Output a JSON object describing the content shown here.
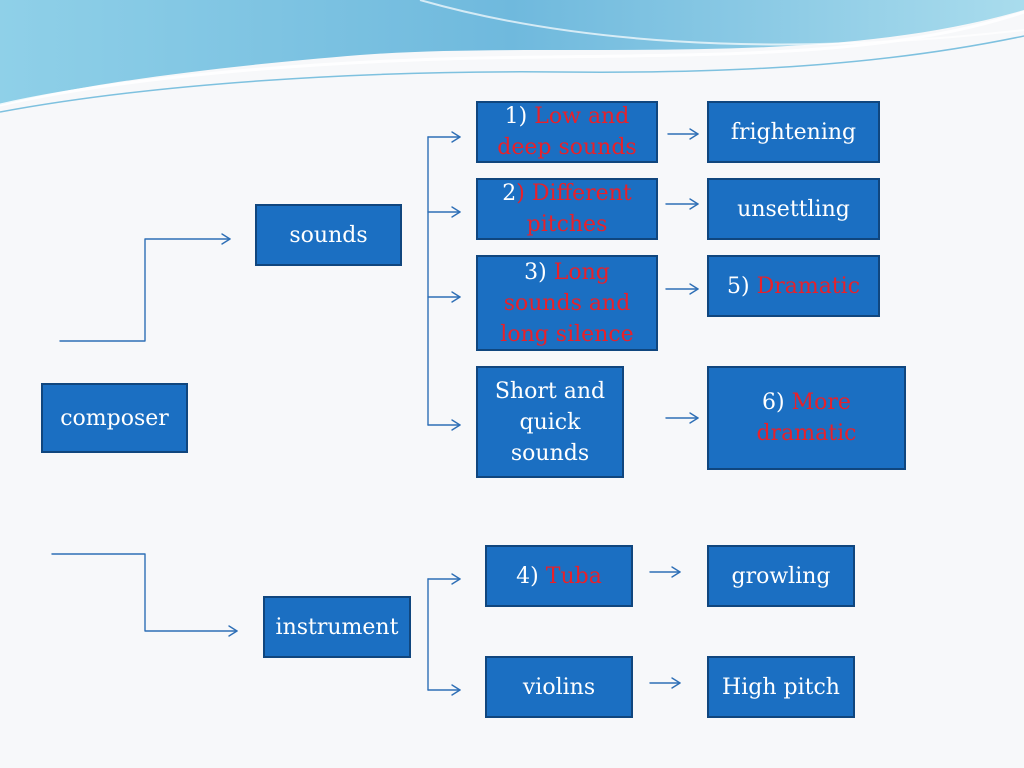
{
  "colors": {
    "box_fill": "#1b6fc2",
    "box_border": "#10467e",
    "box_text": "#ffffff",
    "highlight_text": "#e8212a",
    "connector": "#2e6fb6",
    "background": "#f7f8fa",
    "banner": "#7ec3e0"
  },
  "nodes": {
    "composer": "composer",
    "sounds": "sounds",
    "instrument": "instrument",
    "low": {
      "num": "1)",
      "text": "Low and deep sounds"
    },
    "pitches": {
      "num": "2",
      "text": ") Different pitches"
    },
    "long": {
      "num": "3)",
      "text": "Long sounds and long silence"
    },
    "short": "Short and quick sounds",
    "frightening": "frightening",
    "unsettling": "unsettling",
    "dramatic": {
      "num": "5)",
      "text": "Dramatic"
    },
    "more_dramatic": {
      "num": "6)",
      "text": "More dramatic"
    },
    "tuba": {
      "num": "4)",
      "text": "Tuba"
    },
    "growling": "growling",
    "violins": "violins",
    "high_pitch": "High pitch"
  }
}
